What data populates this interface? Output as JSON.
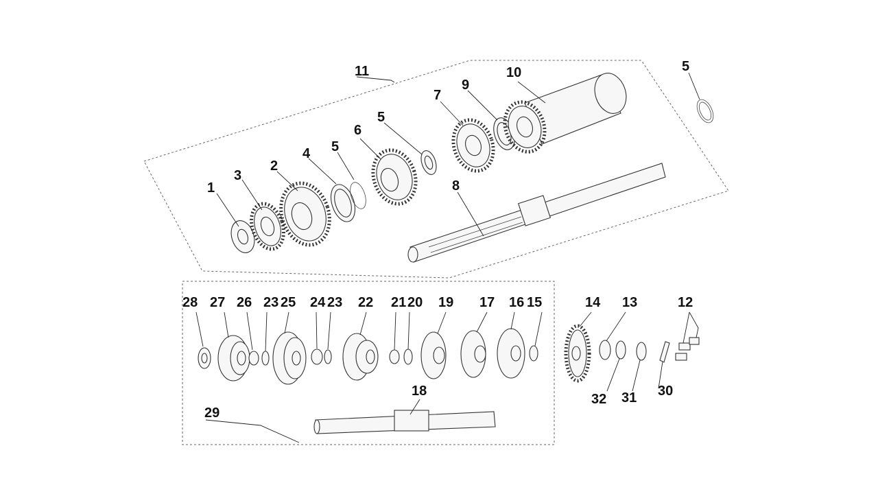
{
  "labels": {
    "p1": "1",
    "p2": "2",
    "p3": "3",
    "p4": "4",
    "p5a": "5",
    "p5b": "5",
    "p5c": "5",
    "p6": "6",
    "p7": "7",
    "p8": "8",
    "p9": "9",
    "p10": "10",
    "p11": "11",
    "p12": "12",
    "p13": "13",
    "p14": "14",
    "p15": "15",
    "p16": "16",
    "p17": "17",
    "p18": "18",
    "p19": "19",
    "p20": "20",
    "p21": "21",
    "p22": "22",
    "p23a": "23",
    "p23b": "23",
    "p24": "24",
    "p25": "25",
    "p26": "26",
    "p27": "27",
    "p28": "28",
    "p29": "29",
    "p30": "30",
    "p31": "31",
    "p32": "32"
  }
}
